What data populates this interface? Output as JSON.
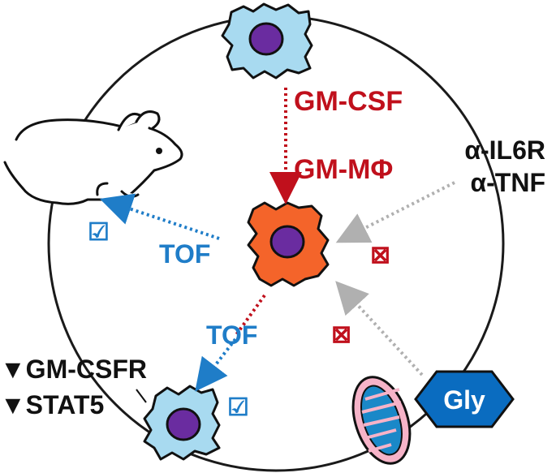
{
  "labels": {
    "gmcsf": "GM-CSF",
    "gm_mphi": "GM-MΦ",
    "anti_il6r": "α-IL6R",
    "anti_tnf": "α-TNF",
    "tof_left": "TOF",
    "tof_bottom": "TOF",
    "gmcsfr": "▼GM-CSFR",
    "stat5": "▼STAT5",
    "gly": "Gly"
  },
  "marks": {
    "check": "☑",
    "cross": "⊠"
  },
  "colors": {
    "red": "#c0101c",
    "blue": "#1f7dc8",
    "gray": "#b0b0b0",
    "cell_light": "#a8daf0",
    "cell_orange": "#f4642a",
    "nucleus": "#6a2ca0",
    "gly_hex": "#0a6cc0",
    "mito": "#f6b3c8",
    "mito_inner": "#1a88c8"
  }
}
